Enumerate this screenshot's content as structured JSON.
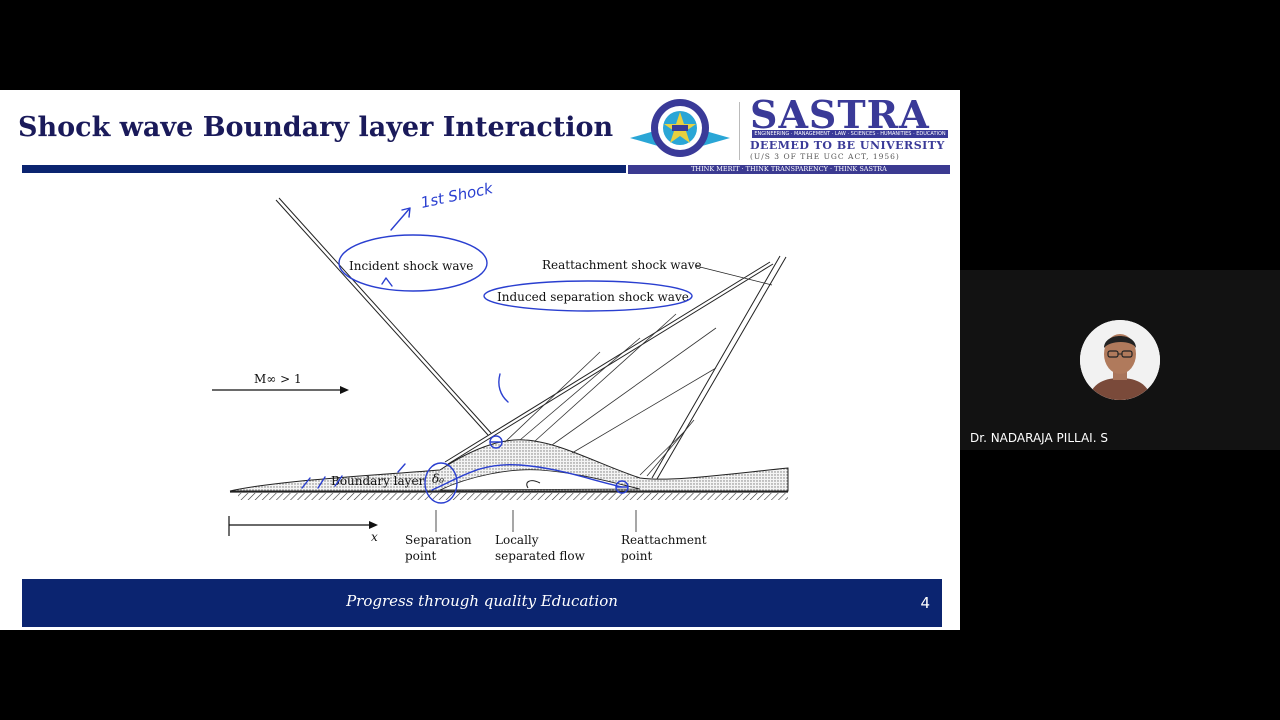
{
  "slide": {
    "title": "Shock wave Boundary layer Interaction",
    "logo": {
      "name": "SASTRA",
      "strip": "ENGINEERING · MANAGEMENT · LAW · SCIENCES · HUMANITIES · EDUCATION",
      "deemed": "DEEMED TO BE UNIVERSITY",
      "ugc": "(U/S 3 OF THE UGC ACT, 1956)",
      "tagline": "THINK MERIT · THINK TRANSPARENCY · THINK SASTRA"
    },
    "diagram": {
      "freestream": "M∞ > 1",
      "incident_shock": "Incident shock wave",
      "reattachment_shock": "Reattachment shock wave",
      "induced_shock": "Induced separation shock wave",
      "boundary_layer": "Boundary layer",
      "delta": "δ₀",
      "x_axis": "x",
      "separation_point": [
        "Separation",
        "point"
      ],
      "separated_flow": [
        "Locally",
        "separated flow"
      ],
      "reattachment_point": [
        "Reattachment",
        "point"
      ],
      "annotation": "1st Shock"
    },
    "footer": "Progress through quality Education",
    "page_number": "4"
  },
  "presenter": {
    "name": "Dr. NADARAJA PILLAI. S"
  },
  "colors": {
    "navy": "#0b2470",
    "logo_purple": "#3a3a98",
    "ink": "#2a3fd0"
  }
}
